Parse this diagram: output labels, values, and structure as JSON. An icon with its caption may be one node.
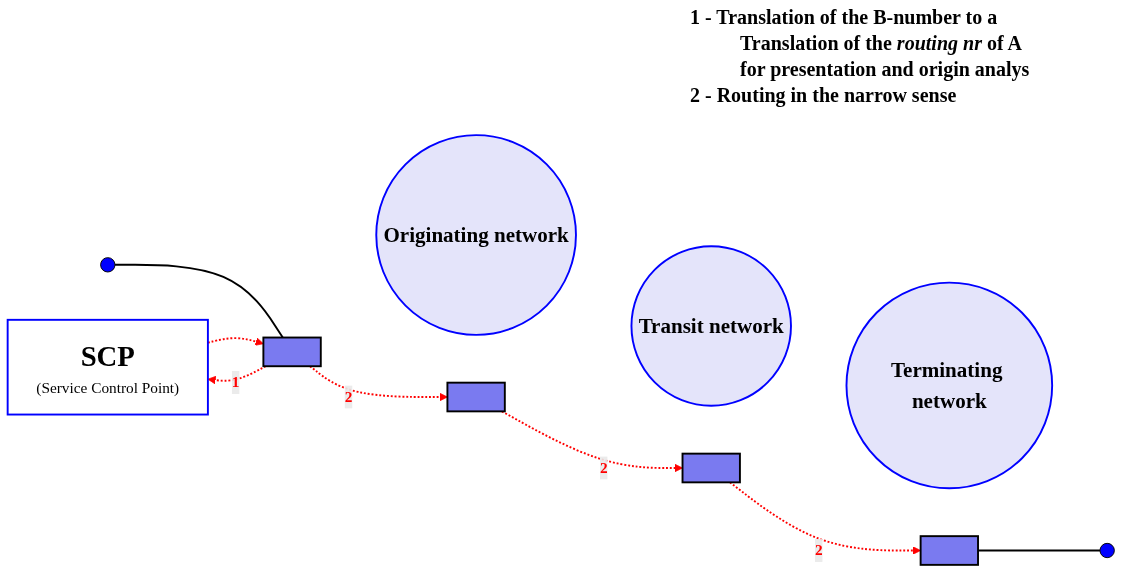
{
  "diagram": {
    "nodes": [
      {
        "text": [
          "SCP",
          "(Service Control Point)"
        ]
      },
      {
        "text": [
          "Originating network"
        ]
      },
      {
        "text": [
          "Transit network"
        ]
      },
      {
        "text": [
          "Terminating network"
        ]
      },
      {
        "text": [],
        "shape": "circle"
      },
      {
        "text": [],
        "shape": "box"
      },
      {
        "text": [],
        "shape": "box"
      },
      {
        "text": [],
        "shape": "box"
      },
      {
        "text": [],
        "shape": "box"
      },
      {
        "text": [],
        "shape": "circle"
      }
    ],
    "edges": [
      {
        "from": 4,
        "to": 5,
        "arrow": "none",
        "color": "#000000"
      },
      {
        "from": 5,
        "to": 0,
        "arrow": "to",
        "label": "1",
        "style": "dashed"
      },
      {
        "from": 0,
        "to": 5,
        "arrow": "to",
        "style": "dashed"
      },
      {
        "from": 5,
        "to": 6,
        "arrow": "to",
        "label": "2",
        "style": "dashed"
      },
      {
        "from": 6,
        "to": 7,
        "arrow": "to",
        "label": "2",
        "style": "dashed"
      },
      {
        "from": 7,
        "to": 8,
        "arrow": "to",
        "label": "2",
        "style": "dashed"
      },
      {
        "from": 8,
        "to": 9,
        "arrow": "none",
        "color": "#000000"
      }
    ],
    "labels": [
      "1 - Translation of the B-number to a",
      "Translation of the *routing nr* of A",
      "for presentation and origin analys",
      "2 - Routing in the narrow sense"
    ]
  }
}
